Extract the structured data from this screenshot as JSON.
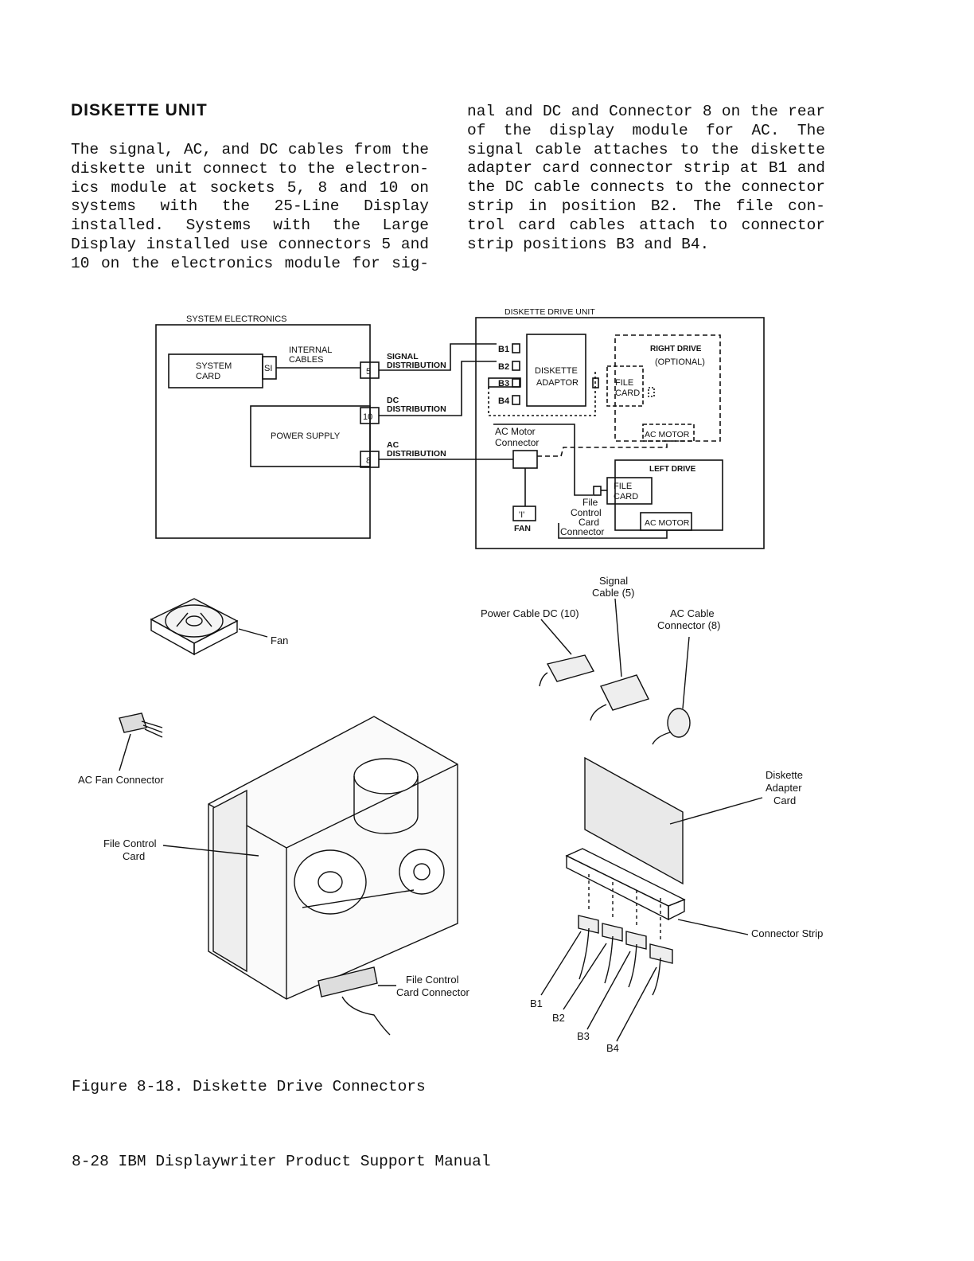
{
  "heading": "DISKETTE UNIT",
  "body_left": [
    "The signal, AC, and DC cables from the",
    "diskette unit connect to the electron-",
    "ics module at sockets 5, 8 and 10 on",
    "systems with the 25-Line Display",
    "installed. Systems with the Large",
    "Display installed use connectors 5 and",
    "10 on the electronics module for sig-"
  ],
  "body_right": [
    "nal and DC and Connector 8 on the rear",
    "of the display module for AC. The",
    "signal cable attaches to the diskette",
    "adapter card connector strip at B1 and",
    "the DC cable connects to the connector",
    "strip in position B2. The file con-",
    "trol card cables attach to connector",
    "strip positions B3 and B4."
  ],
  "schematic": {
    "system_electronics": "SYSTEM ELECTRONICS",
    "system_card_1": "SYSTEM",
    "system_card_2": "CARD",
    "si": "SI",
    "internal_cables_1": "INTERNAL",
    "internal_cables_2": "CABLES",
    "power_supply": "POWER SUPPLY",
    "socket_5": "5",
    "socket_10": "10",
    "socket_8": "8",
    "signal_dist_1": "SIGNAL",
    "signal_dist_2": "DISTRIBUTION",
    "dc_dist_1": "DC",
    "dc_dist_2": "DISTRIBUTION",
    "ac_dist_1": "AC",
    "ac_dist_2": "DISTRIBUTION",
    "diskette_drive_unit": "DISKETTE DRIVE UNIT",
    "b1": "B1",
    "b2": "B2",
    "b3": "B3",
    "b4": "B4",
    "diskette_adaptor_1": "DISKETTE",
    "diskette_adaptor_2": "ADAPTOR",
    "right_drive": "RIGHT DRIVE",
    "optional": "(OPTIONAL)",
    "file_card_1": "FILE",
    "file_card_2": "CARD",
    "ac_motor": "AC MOTOR",
    "ac_motor_connector_1": "AC Motor",
    "ac_motor_connector_2": "Connector",
    "left_drive": "LEFT DRIVE",
    "fan_symbol": "'I'",
    "fan": "FAN",
    "fccc_1": "File",
    "fccc_2": "Control",
    "fccc_3": "Card",
    "fccc_4": "Connector"
  },
  "illustration": {
    "fan": "Fan",
    "ac_fan_connector": "AC Fan Connector",
    "file_control_card_1": "File Control",
    "file_control_card_2": "Card",
    "file_control_card_connector_1": "File Control",
    "file_control_card_connector_2": "Card Connector",
    "signal_cable_1": "Signal",
    "signal_cable_2": "Cable (5)",
    "power_cable": "Power Cable DC (10)",
    "ac_cable_1": "AC Cable",
    "ac_cable_2": "Connector (8)",
    "diskette_adapter_card_1": "Diskette",
    "diskette_adapter_card_2": "Adapter",
    "diskette_adapter_card_3": "Card",
    "connector_strip": "Connector Strip",
    "b1": "B1",
    "b2": "B2",
    "b3": "B3",
    "b4": "B4"
  },
  "caption": "Figure 8-18. Diskette Drive Connectors",
  "footer": "8-28 IBM Displaywriter Product Support Manual"
}
